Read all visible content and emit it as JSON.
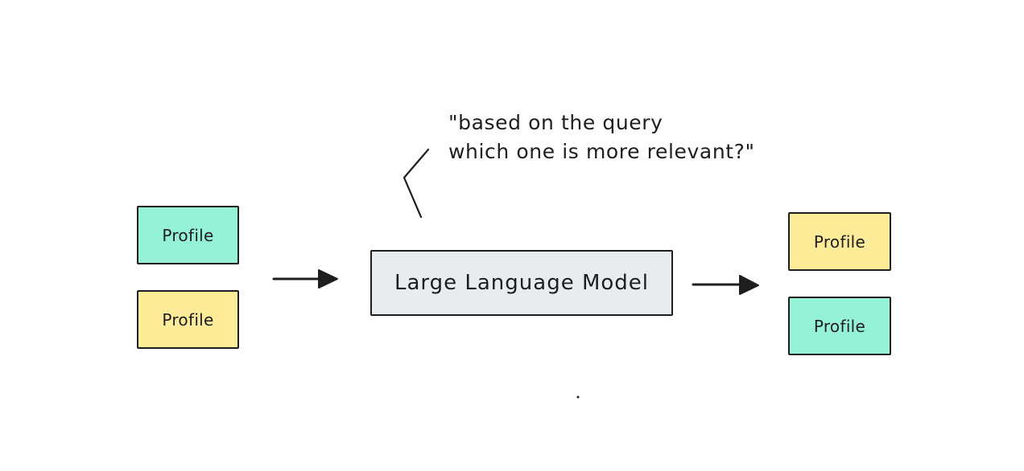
{
  "inputs": [
    {
      "label": "Profile",
      "color": "#96f2d7"
    },
    {
      "label": "Profile",
      "color": "#ffec99"
    }
  ],
  "model": {
    "label": "Large Language Model",
    "color": "#e9ecef"
  },
  "outputs": [
    {
      "label": "Profile",
      "color": "#ffec99"
    },
    {
      "label": "Profile",
      "color": "#96f2d7"
    }
  ],
  "prompt": {
    "line1": "\"based on the query",
    "line2": "which one is more relevant?\""
  },
  "stroke_color": "#1e1e1e"
}
